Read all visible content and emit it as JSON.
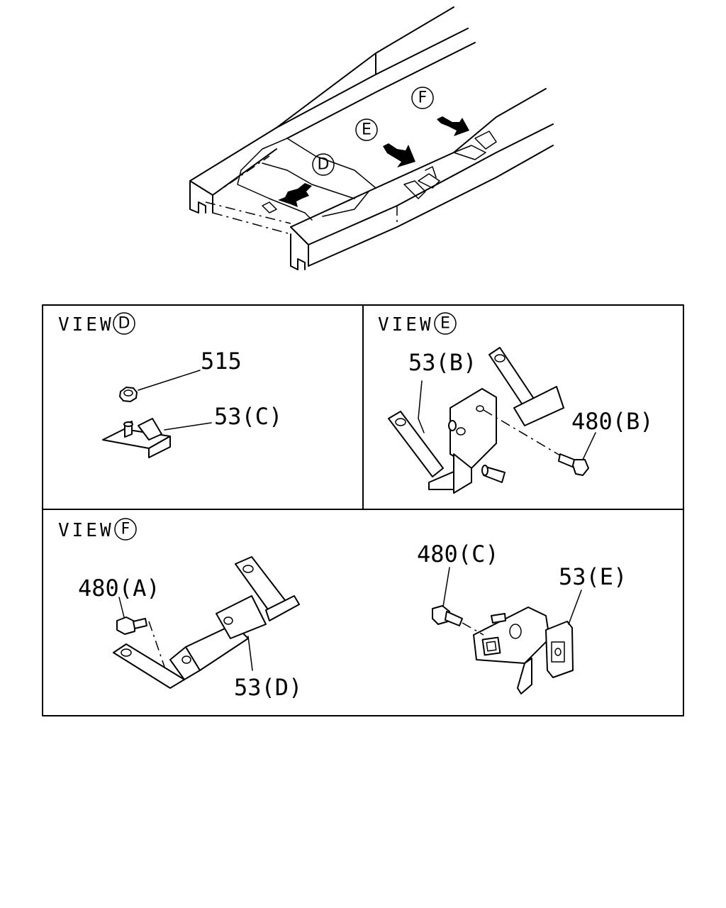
{
  "overview": {
    "markers": [
      "D",
      "E",
      "F"
    ]
  },
  "views": [
    {
      "id": "D",
      "title": "VIEW",
      "marker": "D",
      "callouts": [
        "515",
        "53(C)"
      ]
    },
    {
      "id": "E",
      "title": "VIEW",
      "marker": "E",
      "callouts": [
        "53(B)",
        "480(B)"
      ]
    },
    {
      "id": "F",
      "title": "VIEW",
      "marker": "F",
      "callouts": [
        "480(A)",
        "53(D)",
        "480(C)",
        "53(E)"
      ]
    }
  ]
}
